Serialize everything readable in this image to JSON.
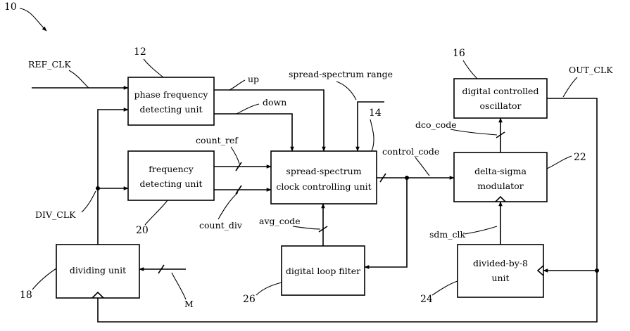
{
  "figure_ref": "10",
  "blocks": {
    "pfd": {
      "ref": "12",
      "lines": [
        "phase frequency",
        "detecting unit"
      ]
    },
    "fd": {
      "ref": "20",
      "lines": [
        "frequency",
        "detecting unit"
      ]
    },
    "sscc": {
      "ref": "14",
      "lines": [
        "spread-spectrum",
        "clock controlling unit"
      ]
    },
    "dco": {
      "ref": "16",
      "lines": [
        "digital controlled",
        "oscillator"
      ]
    },
    "dsm": {
      "ref": "22",
      "lines": [
        "delta-sigma",
        "modulator"
      ]
    },
    "dlf": {
      "ref": "26",
      "lines": [
        "digital loop filter"
      ]
    },
    "div8": {
      "ref": "24",
      "lines": [
        "divided-by-8",
        "unit"
      ]
    },
    "div": {
      "ref": "18",
      "lines": [
        "dividing unit"
      ]
    }
  },
  "signals": {
    "ref_clk": "REF_CLK",
    "out_clk": "OUT_CLK",
    "div_clk": "DIV_CLK",
    "up": "up",
    "down": "down",
    "ss_range": "spread-spectrum range",
    "count_ref": "count_ref",
    "count_div": "count_div",
    "control_code": "control_code",
    "dco_code": "dco_code",
    "sdm_clk": "sdm_clk",
    "avg_code": "avg_code",
    "m": "M"
  }
}
